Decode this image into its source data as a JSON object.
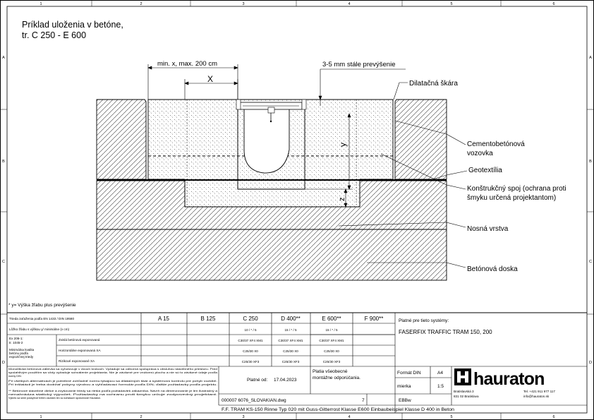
{
  "frame": {
    "columns": [
      "1",
      "2",
      "3",
      "4",
      "5",
      "6"
    ],
    "rows": [
      "A",
      "B",
      "C",
      "D"
    ]
  },
  "title": {
    "line1": "Príklad uloženia v betóne,",
    "line2": "tr. C 250 - E 600"
  },
  "dimensions": {
    "width_label": "min. x, max. 200 cm",
    "x_label": "X",
    "y_label": "y",
    "z_label": "z",
    "excess_label": "3-5 mm stále prevýšenie"
  },
  "callouts": {
    "dilatation": "Dilatačná škára",
    "cement_1": "Cementobetónová",
    "cement_2": "vozovka",
    "geotextile": "Geotextília",
    "joint_1": "Konštrukčný spoj (ochrana proti",
    "joint_2": "šmyku určená projektantom)",
    "bearing": "Nosná vrstva",
    "slab": "Betónová doska"
  },
  "footnote": "* y= Výška žľabu plus prevýšenie",
  "table": {
    "class_header": "Trieda zaťaženia podľa EN 1433 / DIN 19580",
    "classes": [
      "A 15",
      "B 125",
      "C 250",
      "D 400**",
      "E 600**",
      "F 900**"
    ],
    "row_dims_label": "Lôžko žľabu s výškou y/ minimálne (v cm)",
    "dims": [
      "10 / * / 5",
      "15 / * / 5",
      "15 / * / 5"
    ],
    "std_1": "Ex 206-1:",
    "std_2": "tr. 1045-2",
    "group_1": "Minimálna kvalita",
    "group_2": "betónu podľa",
    "group_3": "expozičnej triedy",
    "exp_row1": "Zvislá betónová exponovaná",
    "exp_row2": "Horizontálne exponovaná XA",
    "exp_row3": "Rizikové exponované XA",
    "grades_row1": [
      "C30/37 XF4 XM1",
      "C30/37 XF4 XM1",
      "C30/37 XF4 XM1"
    ],
    "grades_row2": [
      "C25/30 X0",
      "C25/30 X0",
      "C25/30 X0"
    ],
    "grades_row3": [
      "C25/30 XF3",
      "C25/30 XF3",
      "C25/30 XF3"
    ],
    "valid_for": "Platné pre tieto systémy:",
    "system": "FASERFIX TRAFFIC TRAM 150, 200",
    "note_1": "Monolitická betónová zálievka sa vyhotovuje v dvoch krokoch. Vyžaduje sa odborná spolupráca s obsluhou stavebného priestoru. Pred",
    "note_2": "spolahlivým použitím sa vždy vyžaduje schválenie projektanta. Nie je záväzné pre vnútornú plochu a nie sú to záväzné údaje podľa",
    "note_3": "normy DIN.",
    "note_4": "Pri všetkých alternatívach je potrebné zohľadniť normu týkajúcu sa dilatačných škár a systémovú kontrolu pre pohyb vozidiel.",
    "note_5": "Pri inštalácii je treba dodržať pokyny výrobcu a vyhľadávací formulár podľa DIN; ďalšie požiadavky podľa projektu.",
    "note_6": "** Betónové stavebné dielce a zvyšovanie triedy sa riešia podľa požiadaviek zákazníka. Návrh na dimenzovanie je len ilustračný a",
    "note_7": "nenahrádza statický výpočet. Požiadavky na ochranu proti šmyku určuje zodpovedný projektant.",
    "note_8": "Výkres sa smie poskytnúť tretím osobám len so súhlasom spoločnosti Hauraton.",
    "valid_all_1": "Platia všeobecné",
    "valid_all_2": "montážne odporúčania.",
    "valid_from_label": "Platné od:",
    "valid_from": "17.04.2023",
    "format_label": "Formát DIN",
    "format": "A4",
    "scale_label": "mierka",
    "scale": "1:5",
    "drawing_no": "000007 6076_SLOVAKIAN.dwg",
    "version": "7",
    "author": "EBBw",
    "description": "F.F. TRAM KS-150 Rinne Typ 020 mit Guss-Gitterrost Klasse E600 Einbaubeispiel Klasse D 400 in Beton",
    "logo": "hauraton",
    "addr_1": "Bratislavská 3",
    "addr_2": "831 02 Bratislava",
    "phone": "Tel. +421 911 977 117",
    "email": "info@hauraton.sk"
  }
}
